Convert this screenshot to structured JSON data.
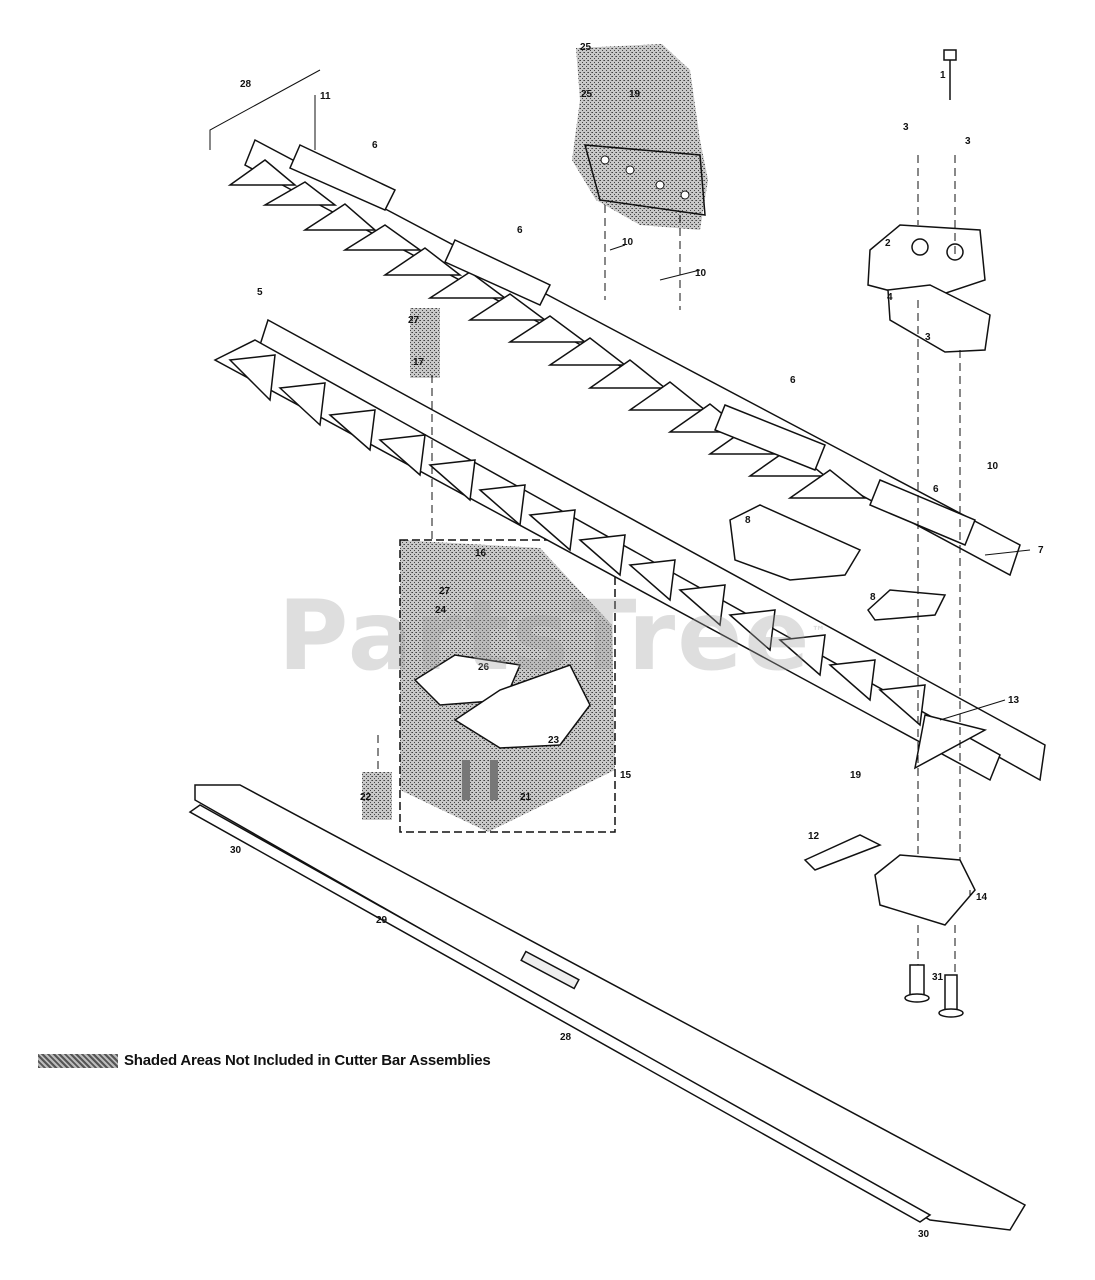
{
  "legend": {
    "text": "Shaded Areas Not Included in Cutter Bar Assemblies"
  },
  "watermark": {
    "text": "PartsTree",
    "trademark": "™"
  },
  "callouts": {
    "n1": "1",
    "n2": "2",
    "n3a": "3",
    "n3b": "3",
    "n3c": "3",
    "n4": "4",
    "n5": "5",
    "n6a": "6",
    "n6b": "6",
    "n6c": "6",
    "n6d": "6",
    "n7": "7",
    "n8a": "8",
    "n8b": "8",
    "n10a": "10",
    "n10b": "10",
    "n10c": "10",
    "n11": "11",
    "n12": "12",
    "n13": "13",
    "n14": "14",
    "n15": "15",
    "n16": "16",
    "n17": "17",
    "n19a": "19",
    "n19b": "19",
    "n21": "21",
    "n22": "22",
    "n23": "23",
    "n24": "24",
    "n25a": "25",
    "n25b": "25",
    "n27a": "27",
    "n27b": "27",
    "n28": "28",
    "n29": "29",
    "n30a": "30",
    "n30b": "30",
    "n31": "31",
    "n26": "26"
  },
  "colors": {
    "line": "#111111",
    "shade": "#9a9a9a",
    "part_fill": "#ffffff"
  }
}
